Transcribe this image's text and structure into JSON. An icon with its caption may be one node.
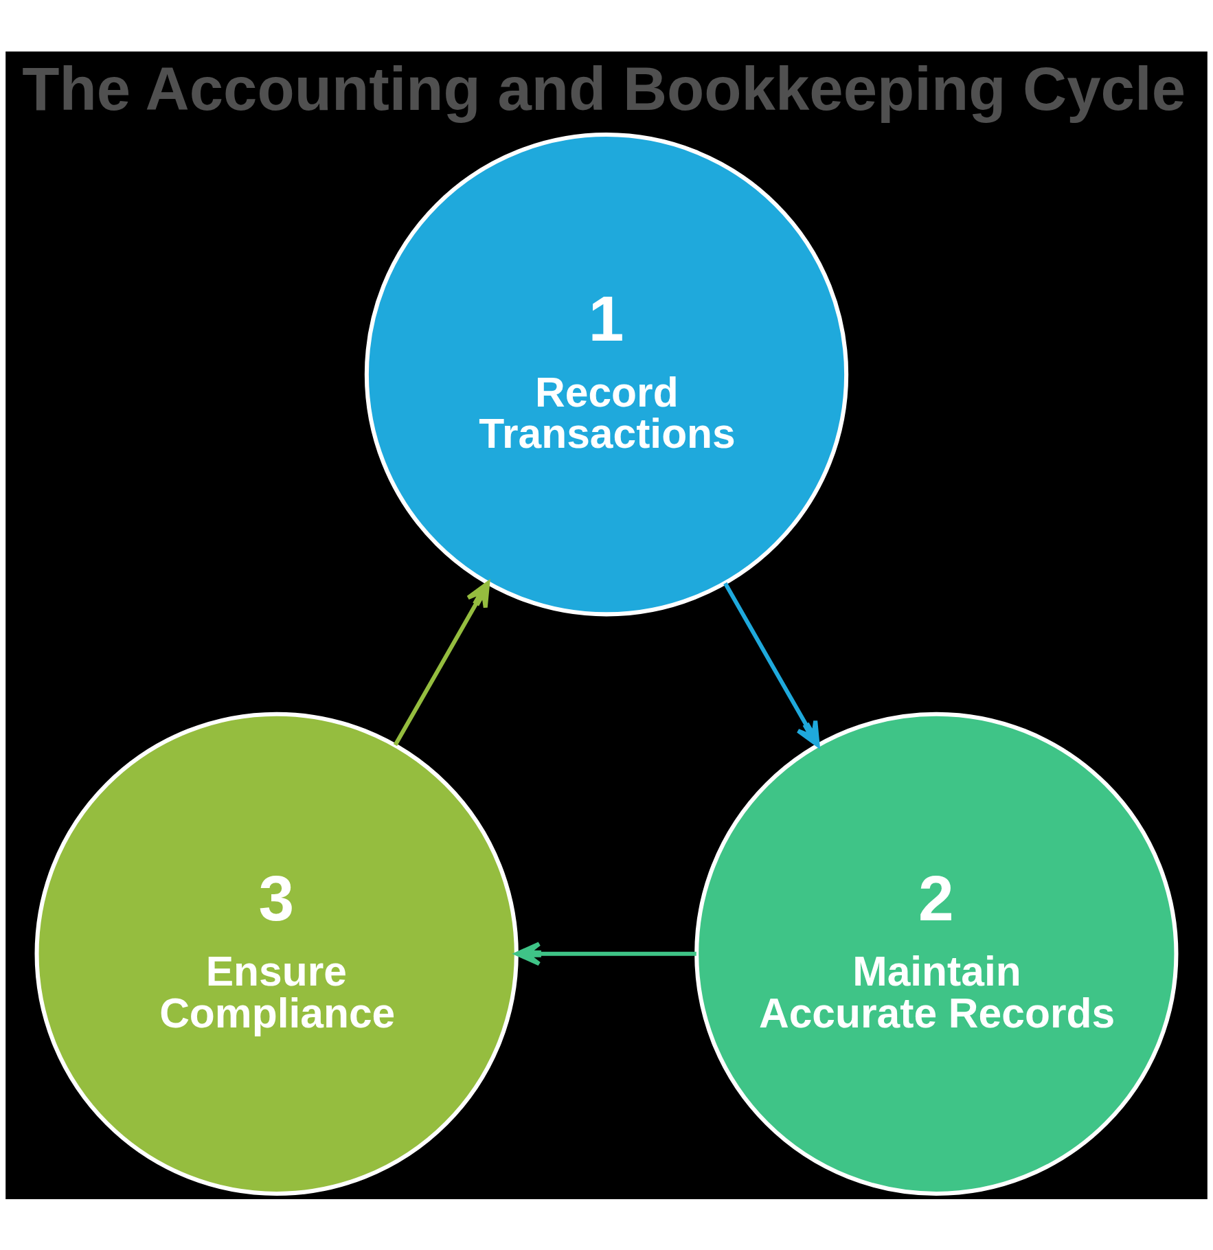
{
  "diagram": {
    "title": "The Accounting and Bookkeeping Cycle",
    "nodes": [
      {
        "text": [
          "1",
          "Record Transactions"
        ]
      },
      {
        "text": [
          "2",
          "Maintain Accurate Records"
        ]
      },
      {
        "text": [
          "3",
          "Ensure Compliance"
        ]
      }
    ],
    "edges": [
      {
        "from": 0,
        "to": 1,
        "arrow": "to",
        "color": "#1fa9dc"
      },
      {
        "from": 1,
        "to": 2,
        "arrow": "to",
        "color": "#3fc487"
      },
      {
        "from": 2,
        "to": 0,
        "arrow": "to",
        "color": "#95bd3f"
      }
    ]
  }
}
